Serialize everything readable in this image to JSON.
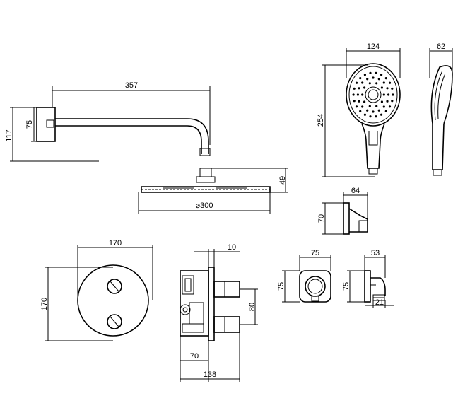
{
  "dimensions": {
    "arm_length": "357",
    "arm_height_outer": "117",
    "arm_height_inner": "75",
    "head_height": "49",
    "head_diameter": "⌀300",
    "handshower_width": "124",
    "handshower_depth": "62",
    "handshower_length": "254",
    "bracket_width": "64",
    "bracket_height": "70",
    "plate_width": "170",
    "plate_height": "170",
    "valve_top": "10",
    "valve_spacing": "80",
    "valve_inner": "70",
    "valve_depth": "138",
    "elbow_width": "75",
    "elbow_height": "75",
    "outlet_depth": "53",
    "outlet_height": "75",
    "outlet_small": "21"
  }
}
